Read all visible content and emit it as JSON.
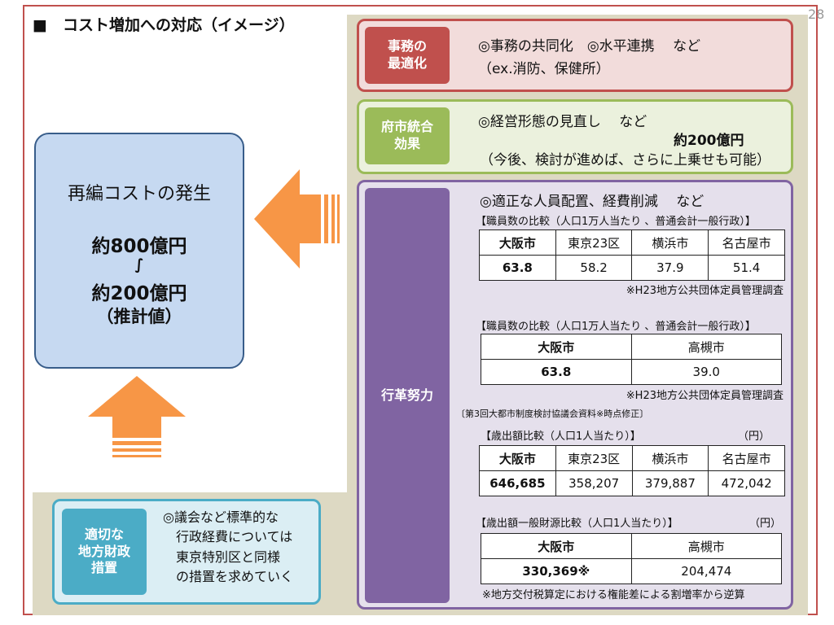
{
  "page_title": "■　コスト増加への対応（イメージ）",
  "page_number": "28",
  "cost_box": {
    "heading": "再編コストの発生",
    "amount_high": "約800億円",
    "range_symbol": "∫",
    "amount_low": "約200億円",
    "note": "（推計値）"
  },
  "finance": {
    "tag": "適切な\n地方財政\n措置",
    "text": "◎議会など標準的な\n　行政経費については\n　東京特別区と同様\n　の措置を求めていく"
  },
  "office": {
    "tag": "事務の\n最適化",
    "line1": "◎事務の共同化　◎水平連携　 など",
    "line2": "（ex.消防、保健所）"
  },
  "merger": {
    "tag": "府市統合\n効果",
    "line1": "◎経営形態の見直し　 など",
    "amount": "約200億円",
    "line2": "（今後、検討が進めば、さらに上乗せも可能）"
  },
  "reform": {
    "tag": "行革努力",
    "intro": "◎適正な人員配置、経費削減　 など",
    "staff1": {
      "caption": "【職員数の比較（人口1万人当たり 、普通会計一般行政）】",
      "headers": [
        "大阪市",
        "東京23区",
        "横浜市",
        "名古屋市"
      ],
      "values": [
        "63.8",
        "58.2",
        "37.9",
        "51.4"
      ],
      "note": "※H23地方公共団体定員管理調査"
    },
    "staff2": {
      "caption": "【職員数の比較（人口1万人当たり 、普通会計一般行政）】",
      "headers": [
        "大阪市",
        "高槻市"
      ],
      "values": [
        "63.8",
        "39.0"
      ],
      "note": "※H23地方公共団体定員管理調査"
    },
    "source_note": "〔第3回大都市制度検討協議会資料※時点修正〕",
    "exp1": {
      "caption": "【歳出額比較（人口1人当たり）】",
      "unit": "（円）",
      "headers": [
        "大阪市",
        "東京23区",
        "横浜市",
        "名古屋市"
      ],
      "values": [
        "646,685",
        "358,207",
        "379,887",
        "472,042"
      ]
    },
    "exp2": {
      "caption": "【歳出額一般財源比較（人口1人当たり）】",
      "unit": "（円）",
      "headers": [
        "大阪市",
        "高槻市"
      ],
      "values": [
        "330,369※",
        "204,474"
      ],
      "note": "※地方交付税算定における権能差による割増率から逆算"
    }
  },
  "colors": {
    "frame": "#c0504d",
    "office_tag": "#c0504d",
    "merger_tag": "#9bbb59",
    "reform_tag": "#8064a2",
    "finance_tag": "#4bacc6",
    "arrow": "#f79646",
    "cost_box": "#c6d9f1"
  }
}
